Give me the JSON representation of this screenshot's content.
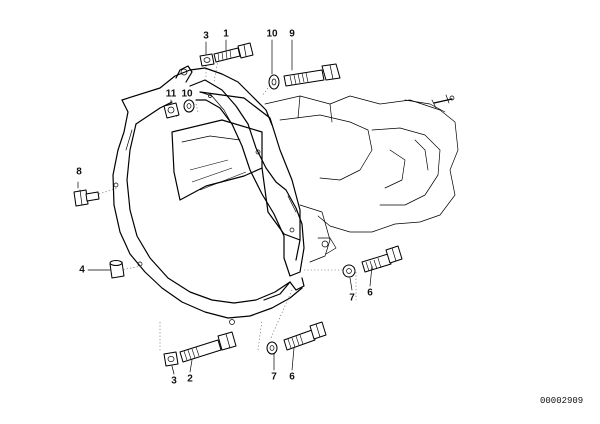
{
  "diagram": {
    "reference_number": "00002909",
    "callouts": [
      {
        "id": "c-3a",
        "label": "3"
      },
      {
        "id": "c-1",
        "label": "1"
      },
      {
        "id": "c-10a",
        "label": "10"
      },
      {
        "id": "c-9",
        "label": "9"
      },
      {
        "id": "c-11",
        "label": "11"
      },
      {
        "id": "c-10b",
        "label": "10"
      },
      {
        "id": "c-8",
        "label": "8"
      },
      {
        "id": "c-4",
        "label": "4"
      },
      {
        "id": "c-7a",
        "label": "7"
      },
      {
        "id": "c-6a",
        "label": "6"
      },
      {
        "id": "c-3b",
        "label": "3"
      },
      {
        "id": "c-2",
        "label": "2"
      },
      {
        "id": "c-7b",
        "label": "7"
      },
      {
        "id": "c-6b",
        "label": "6"
      }
    ]
  }
}
